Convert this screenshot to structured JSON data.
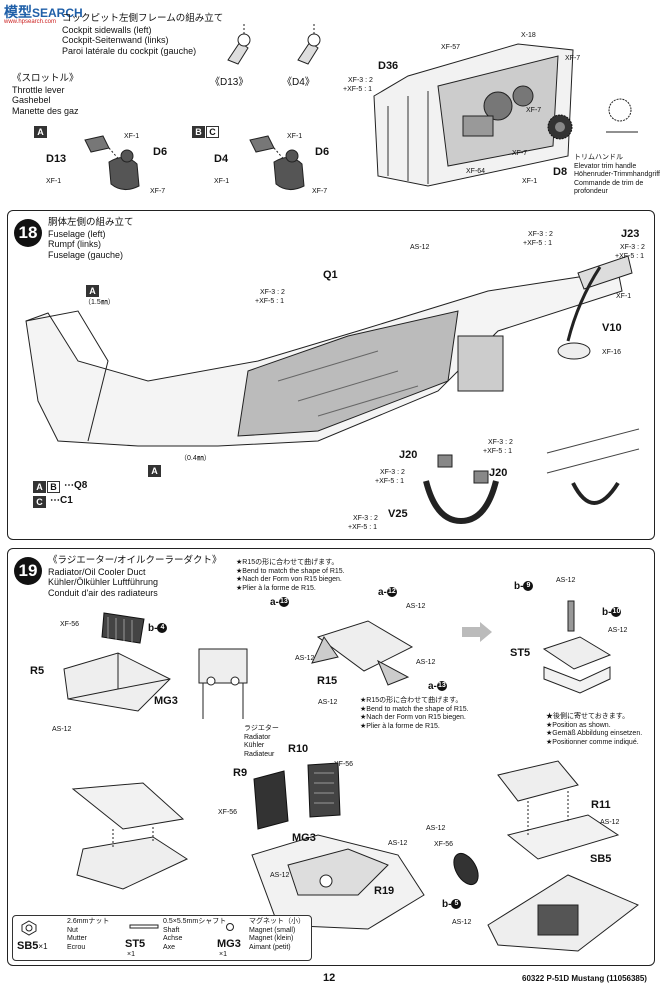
{
  "watermark": {
    "jp": "模型",
    "en": "SEARCH",
    "url": "www.hpsearch.com"
  },
  "step17": {
    "title_jp": "コックピット左側フレームの組み立て",
    "title_en": "Cockpit sidewalls (left)",
    "title_de": "Cockpit-Seitenwand (links)",
    "title_fr": "Paroi latérale du cockpit (gauche)",
    "view_d13": "《D13》",
    "view_d4": "《D4》",
    "throttle_jp": "《スロットル》",
    "throttle_en": "Throttle lever",
    "throttle_de": "Gashebel",
    "throttle_fr": "Manette des gaz",
    "variant_a": "A",
    "variant_b": "B",
    "variant_c": "C",
    "parts": {
      "d13": "D13",
      "d6": "D6",
      "d4": "D4",
      "d36": "D36",
      "d8": "D8"
    },
    "paints": {
      "xf1": "XF-1",
      "xf7": "XF-7",
      "xf57": "XF-57",
      "x18": "X-18",
      "xf64": "XF-64",
      "mix": "XF-3 : 2",
      "mix2": "+XF-5 : 1"
    },
    "trim_jp": "トリムハンドル",
    "trim_en": "Elevator trim handle",
    "trim_de": "Höhenruder-Trimmhandgriff",
    "trim_fr": "Commande de trim de profondeur"
  },
  "step18": {
    "number": "18",
    "title_jp": "胴体左側の組み立て",
    "title_en": "Fuselage (left)",
    "title_de": "Rumpf (links)",
    "title_fr": "Fuselage (gauche)",
    "drill_15": "（1.5㎜）",
    "drill_04": "（0.4㎜）",
    "parts": {
      "q1": "Q1",
      "j23": "J23",
      "v10": "V10",
      "j20": "J20",
      "v25": "V25",
      "q8": "Q8",
      "c1": "C1"
    },
    "variant_ab": "A B",
    "variant_c": "C",
    "dash_q8": "⋯Q8",
    "dash_c1": "⋯C1",
    "paints": {
      "as12": "AS-12",
      "xf1": "XF-1",
      "xf16": "XF-16",
      "mix": "XF-3 : 2",
      "mix2": "+XF-5 : 1"
    }
  },
  "step19": {
    "number": "19",
    "title_jp": "《ラジエーター/オイルクーラーダクト》",
    "title_en": "Radiator/Oil Cooler Duct",
    "title_de": "Kühler/Ölkühler Luftführung",
    "title_fr": "Conduit d'air des radiateurs",
    "bend_note": [
      "★R15の形に合わせて曲げます。",
      "★Bend to match the shape of R15.",
      "★Nach der Form von R15 biegen.",
      "★Plier à la forme de R15."
    ],
    "bend_note2": [
      "★R15の形に合わせて曲げます。",
      "★Bend to match the shape of R15.",
      "★Nach der Form von R15 biegen.",
      "★Plier à la forme de R15."
    ],
    "position_note": [
      "★後側に寄せておきます。",
      "★Position as shown.",
      "★Gemäß Abbildung einsetzen.",
      "★Positionner comme indiqué."
    ],
    "radiator_jp": "ラジエター",
    "radiator_en": "Radiator",
    "radiator_de": "Kühler",
    "radiator_fr": "Radiateur",
    "parts": {
      "r5": "R5",
      "mg3": "MG3",
      "r15": "R15",
      "st5": "ST5",
      "r9": "R9",
      "r10": "R10",
      "r11": "R11",
      "sb5": "SB5",
      "r19": "R19"
    },
    "decals": {
      "b4": "b-",
      "b4n": "4",
      "a13": "a-",
      "a13n": "13",
      "a12": "a-",
      "a12n": "12",
      "b9": "b-",
      "b9n": "9",
      "b10": "b-",
      "b10n": "10",
      "b5": "b-",
      "b5n": "5"
    },
    "paints": {
      "as12": "AS-12",
      "xf56": "XF-56"
    }
  },
  "legend": {
    "sb5": {
      "code": "SB5",
      "qty": "×1",
      "size": "2.6mmナット",
      "en": "Nut",
      "de": "Mutter",
      "fr": "Ecrou"
    },
    "st5": {
      "code": "ST5",
      "qty": "×1",
      "size": "0.5×5.5mmシャフト",
      "en": "Shaft",
      "de": "Achse",
      "fr": "Axe"
    },
    "mg3": {
      "code": "MG3",
      "qty": "×1",
      "size": "マグネット（小）",
      "en": "Magnet (small)",
      "de": "Magnet (klein)",
      "fr": "Aimant (petit)"
    }
  },
  "footer": {
    "page": "12",
    "code": "60322",
    "model": "P-51D Mustang (11056385)"
  }
}
